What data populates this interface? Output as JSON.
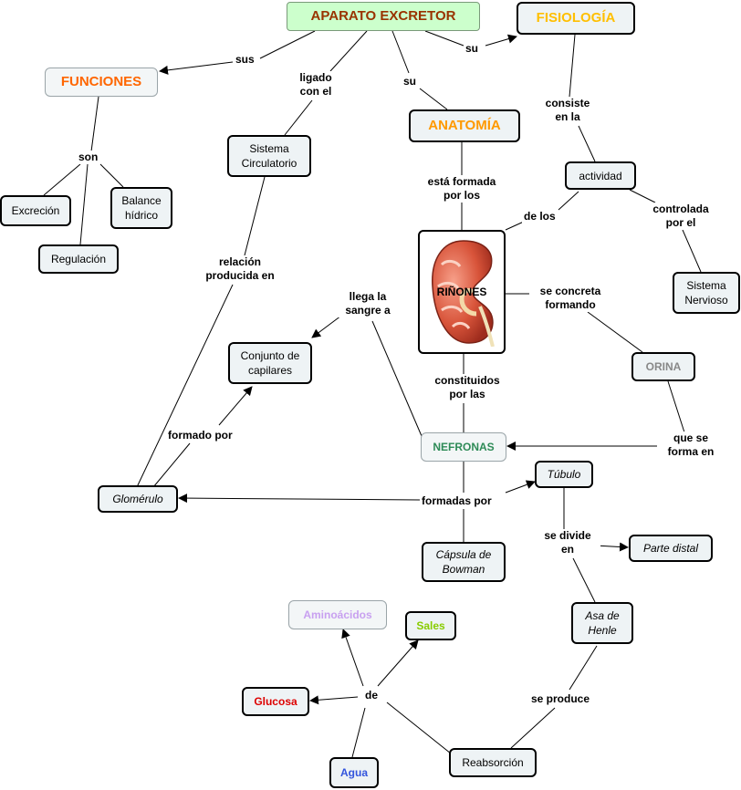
{
  "colors": {
    "title_bg": "#ccffcc",
    "orange": "#ff6600",
    "gold": "#ffbf00",
    "teal": "#2e8b57",
    "gray": "#888888",
    "lavender": "#c8a0f0",
    "lime": "#88cc00",
    "red": "#dd0000",
    "blue": "#3355dd"
  },
  "nodes": {
    "aparato": "APARATO EXCRETOR",
    "funciones": "FUNCIONES",
    "fisiologia": "FISIOLOGÍA",
    "anatomia": "ANATOMÍA",
    "sistema_circulatorio": "Sistema Circulatorio",
    "actividad": "actividad",
    "excrecion": "Excreción",
    "balance": "Balance hídrico",
    "regulacion": "Regulación",
    "rinones": "RIÑONES",
    "sistema_nervioso": "Sistema Nervioso",
    "conjunto": "Conjunto de capilares",
    "orina": "ORINA",
    "nefronas": "NEFRONAS",
    "glomerulo": "Glomérulo",
    "tubulo": "Túbulo",
    "parte_distal": "Parte distal",
    "capsula": "Cápsula de Bowman",
    "asa": "Asa de Henle",
    "aminoacidos": "Aminoácidos",
    "sales": "Sales",
    "glucosa": "Glucosa",
    "agua": "Agua",
    "reabsorcion": "Reabsorción"
  },
  "links": {
    "sus": "sus",
    "su_fisiologia": "su",
    "su_anatomia": "su",
    "ligado": "ligado con el",
    "consiste": "consiste en la",
    "son": "son",
    "formada": "está formada por los",
    "de_los": "de los",
    "controlada": "controlada por el",
    "relacion": "relación producida en",
    "llega": "llega la sangre a",
    "concreta": "se concreta formando",
    "constituidos": "constituidos por las",
    "formado_por": "formado por",
    "que_se": "que se forma en",
    "formadas_por": "formadas por",
    "divide": "se divide en",
    "produce": "se produce",
    "de": "de"
  }
}
